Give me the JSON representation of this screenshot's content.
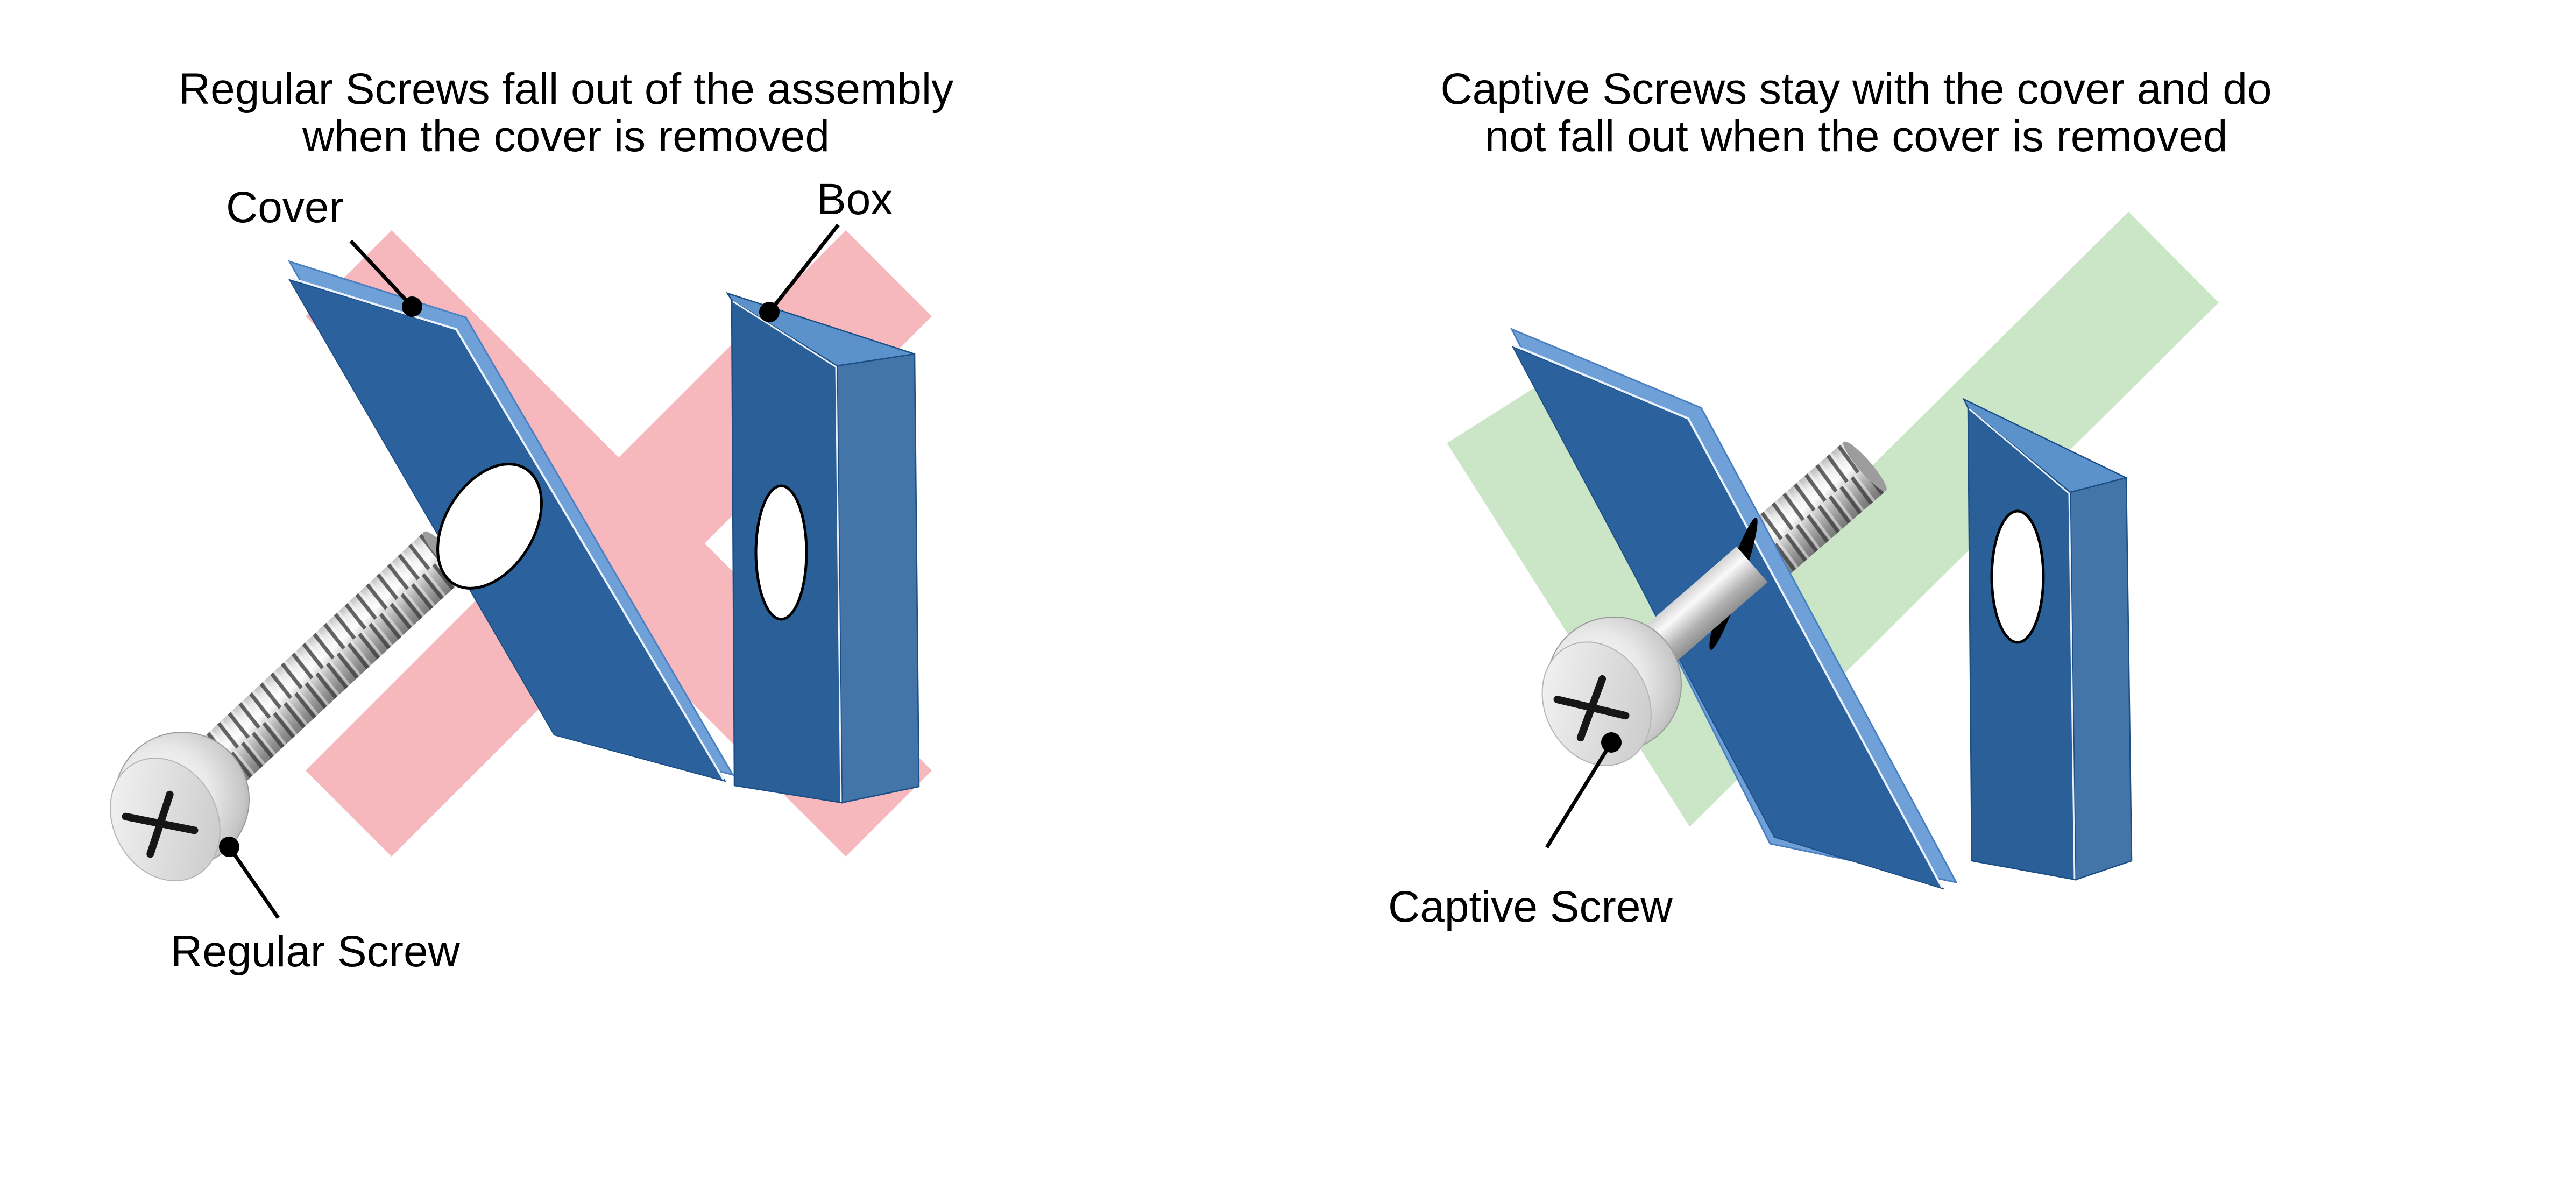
{
  "page": {
    "background": "#FFFFFF",
    "kind": "comparison-diagram"
  },
  "left_panel": {
    "title": {
      "line1": "Regular Screws fall out of the assembly",
      "line2": "when the cover is removed"
    },
    "labels": {
      "cover": "Cover",
      "box": "Box",
      "screw": "Regular Screw"
    },
    "verdict": {
      "icon": "x-mark",
      "color": "#F6B8BD"
    }
  },
  "right_panel": {
    "title": {
      "line1": "Captive Screws stay with the cover and do",
      "line2": "not fall out when the cover is removed"
    },
    "labels": {
      "screw": "Captive Screw"
    },
    "verdict": {
      "icon": "check-mark",
      "color": "#CBE5C7"
    }
  },
  "colors": {
    "x_pink": "#F6B8BD",
    "check_green": "#CBE5C7",
    "plate_blue": "#2B629E",
    "plate_bevel": "#6FA0D8",
    "edge_highlight": "#EAF2FB",
    "box_front": "#2B5F98",
    "box_side": "#4375A8",
    "box_top": "#5C92CC",
    "hole_fill": "#FFFFFF",
    "hole_stroke": "#000000",
    "leader": "#000000",
    "text": "#000000",
    "screw_metal_light": "#FDFDFD",
    "screw_metal_dark": "#777777"
  }
}
